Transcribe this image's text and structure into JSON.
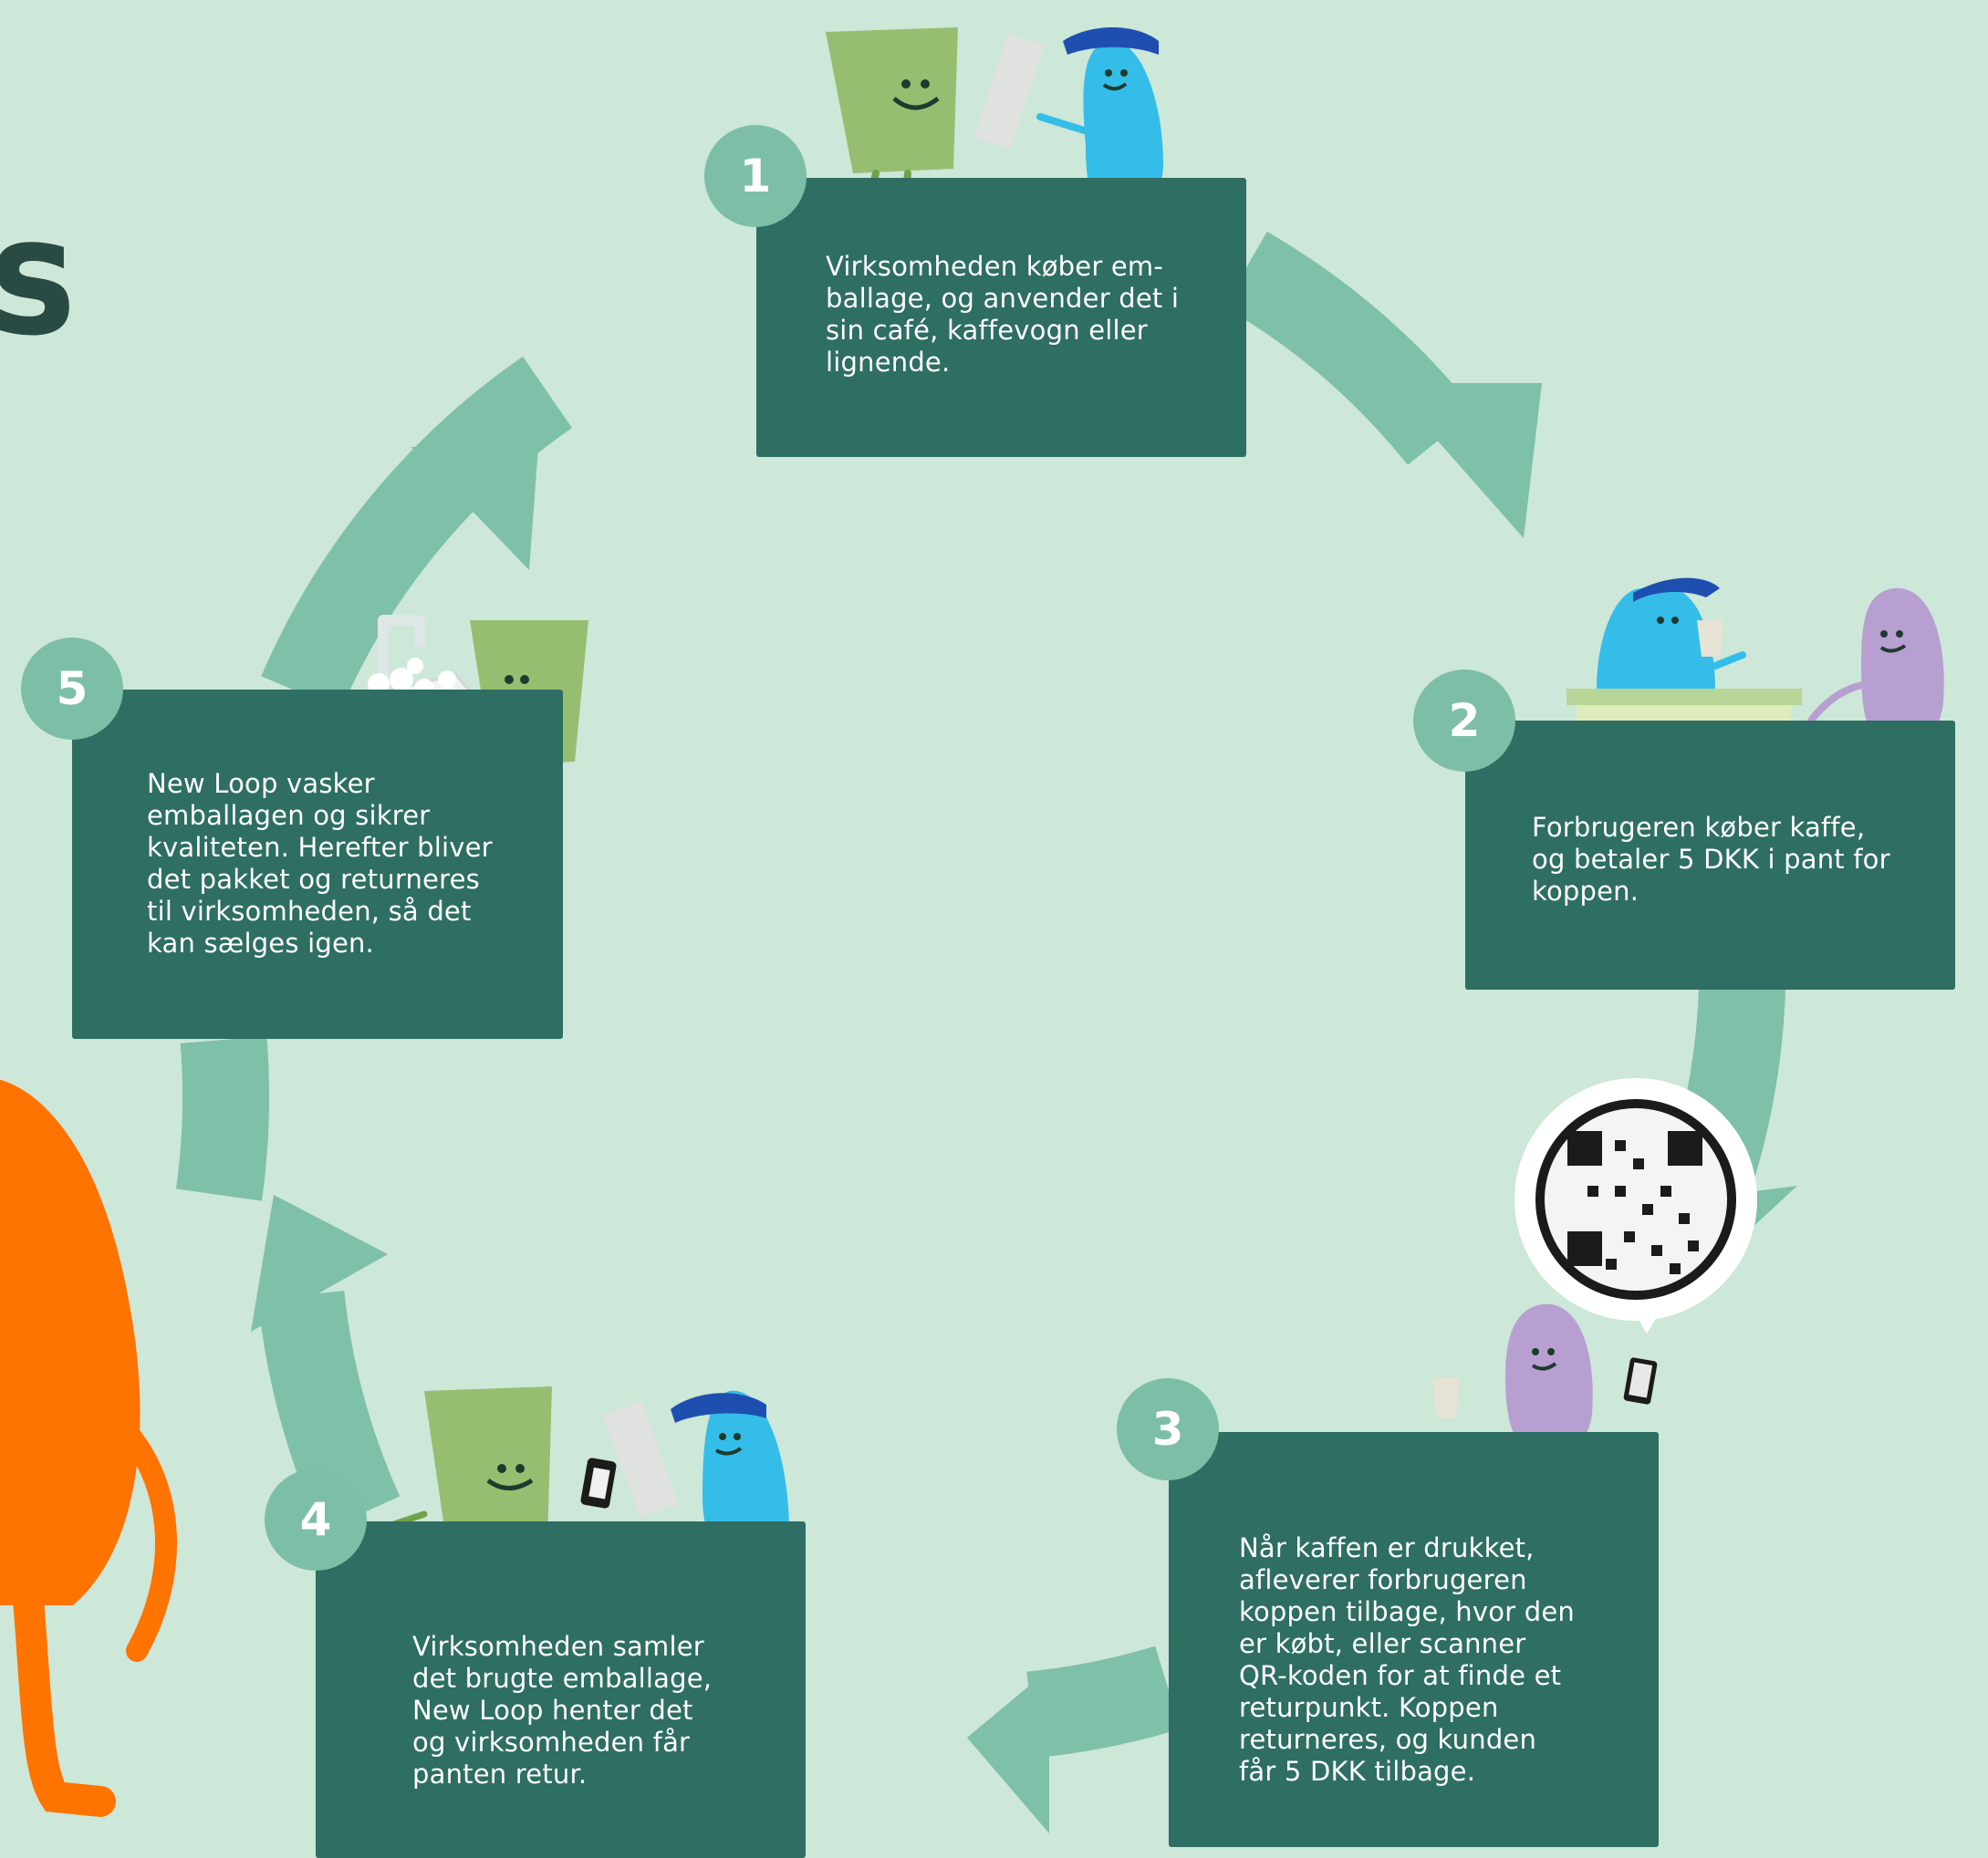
{
  "title_fragment": "s",
  "colors": {
    "background": "#cde7d8",
    "box": "#2e6e63",
    "arrow": "#7fc0a8",
    "badge": "#7dbfa6",
    "green_cup": "#96be70",
    "blue_character": "#34bde8",
    "purple_character": "#b7a0d1",
    "orange_character": "#ff7300"
  },
  "steps": [
    {
      "number": "1",
      "text": "Virksomheden køber em-\nballage, og anvender det i\nsin café, kaffevogn eller\nlignende."
    },
    {
      "number": "2",
      "text": "Forbrugeren køber kaffe,\nog betaler 5 DKK i pant for\nkoppen."
    },
    {
      "number": "3",
      "text": "Når kaffen er drukket,\nafleverer forbrugeren\nkoppen tilbage, hvor den\ner købt, eller scanner\nQR-koden for at finde et\nreturpunkt. Koppen\nreturneres, og kunden\nfår 5 DKK tilbage."
    },
    {
      "number": "4",
      "text": "Virksomheden samler\ndet brugte emballage,\nNew Loop henter det\nog virksomheden får\npanten retur."
    },
    {
      "number": "5",
      "text": "New Loop vasker\nemballagen og sikrer\nkvaliteten. Herefter bliver\ndet pakket og returneres\ntil virksomheden, så det\nkan sælges igen."
    }
  ]
}
